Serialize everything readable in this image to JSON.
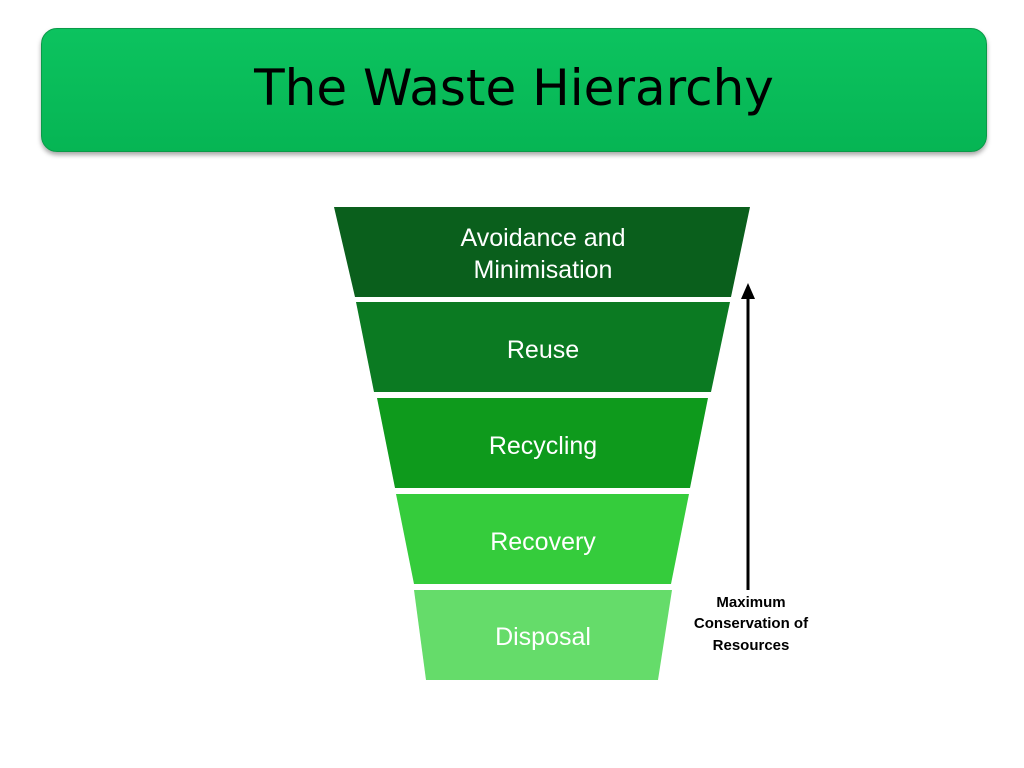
{
  "title": "The Waste Hierarchy",
  "tiers": [
    {
      "line1": "Avoidance and",
      "line2": "Minimisation",
      "color": "#0a5f1c"
    },
    {
      "line1": "Reuse",
      "line2": "",
      "color": "#0b7a22"
    },
    {
      "line1": "Recycling",
      "line2": "",
      "color": "#0e9a1c"
    },
    {
      "line1": "Recovery",
      "line2": "",
      "color": "#35cc3c"
    },
    {
      "line1": "Disposal",
      "line2": "",
      "color": "#65dc6a"
    }
  ],
  "arrow": {
    "line1": "Maximum",
    "line2": "Conservation of",
    "line3": "Resources"
  }
}
